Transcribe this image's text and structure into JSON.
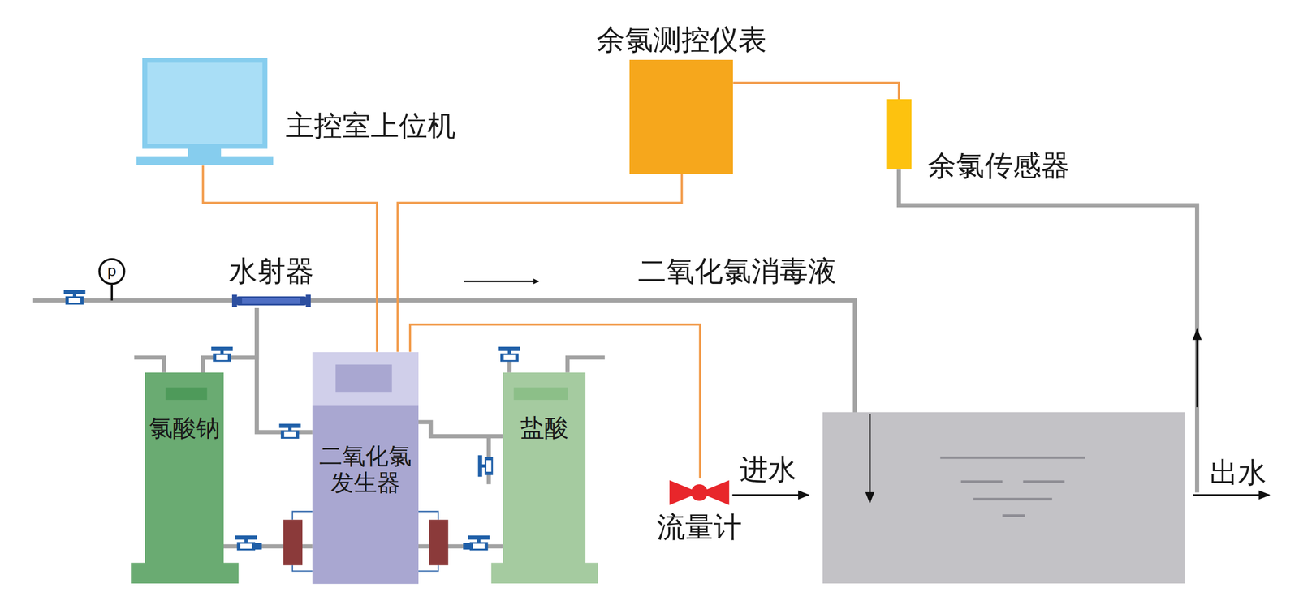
{
  "diagram": {
    "nodes": [
      {
        "text": [
          "主控室上位机"
        ]
      },
      {
        "text": [
          "余氯测控仪表"
        ]
      },
      {
        "text": [
          "余氯传感器"
        ]
      },
      {
        "text": [
          "水射器"
        ]
      },
      {
        "text": [
          "氯酸钠"
        ]
      },
      {
        "text": [
          "二氧化氯 发生器"
        ]
      },
      {
        "text": [
          "盐酸"
        ]
      },
      {
        "text": [
          "流量计"
        ]
      }
    ],
    "edges": [
      {
        "from": 0,
        "to": 5,
        "arrow": "none"
      },
      {
        "from": 1,
        "to": 5,
        "arrow": "none"
      },
      {
        "from": 1,
        "to": 2,
        "arrow": "none"
      },
      {
        "from": 7,
        "to": 5,
        "arrow": "none"
      },
      {
        "from": 5,
        "to": 3,
        "arrow": "none"
      },
      {
        "from": 4,
        "to": 3,
        "arrow": "none"
      },
      {
        "from": 4,
        "to": 5,
        "arrow": "none"
      },
      {
        "from": 6,
        "to": 5,
        "arrow": "none"
      }
    ],
    "labels": [
      "p",
      "二氧化氯消毒液",
      "进水",
      "出水"
    ]
  }
}
